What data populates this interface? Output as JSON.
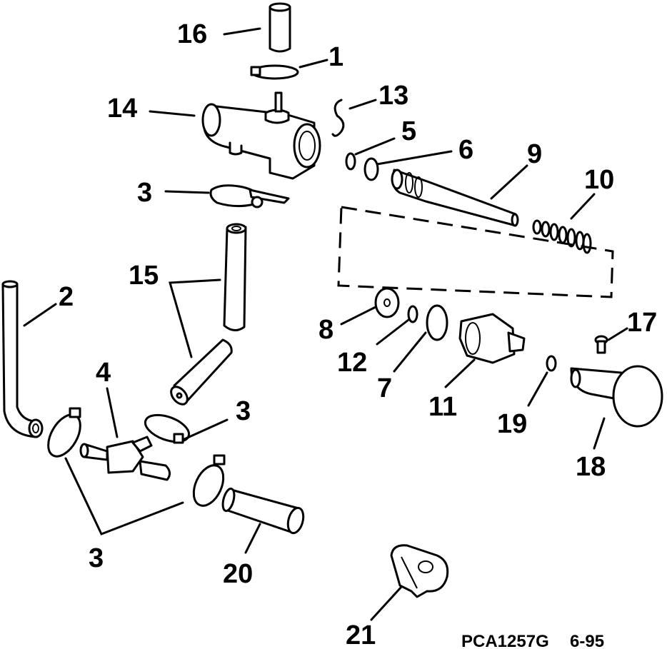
{
  "callouts": {
    "c1": "1",
    "c2": "2",
    "c3a": "3",
    "c3b": "3",
    "c3c": "3",
    "c4": "4",
    "c5": "5",
    "c6": "6",
    "c7": "7",
    "c8": "8",
    "c9": "9",
    "c10": "10",
    "c11": "11",
    "c12": "12",
    "c13": "13",
    "c14": "14",
    "c15": "15",
    "c16": "16",
    "c17": "17",
    "c18": "18",
    "c19": "19",
    "c20": "20",
    "c21": "21"
  },
  "footer": {
    "code": "PCA1257G",
    "date": "6-95"
  }
}
